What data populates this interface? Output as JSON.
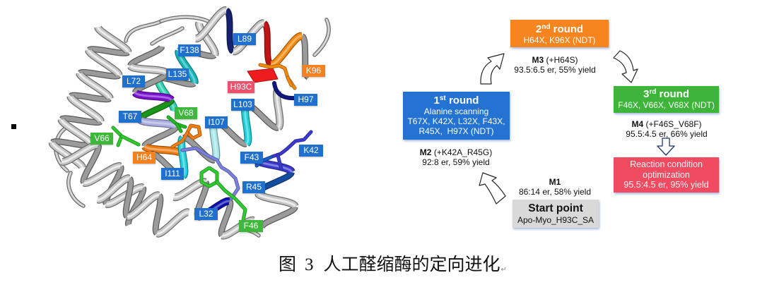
{
  "protein_figure": {
    "residue_labels": [
      {
        "text": "L89",
        "category": "blue"
      },
      {
        "text": "F138",
        "category": "blue"
      },
      {
        "text": "L135",
        "category": "blue"
      },
      {
        "text": "L72",
        "category": "blue"
      },
      {
        "text": "K96",
        "category": "orange"
      },
      {
        "text": "H93C",
        "category": "red"
      },
      {
        "text": "H97",
        "category": "blue"
      },
      {
        "text": "L103",
        "category": "blue"
      },
      {
        "text": "V68",
        "category": "green"
      },
      {
        "text": "T67",
        "category": "blue"
      },
      {
        "text": "I107",
        "category": "blue"
      },
      {
        "text": "V66",
        "category": "green"
      },
      {
        "text": "K42",
        "category": "blue"
      },
      {
        "text": "F43",
        "category": "blue"
      },
      {
        "text": "H64",
        "category": "orange"
      },
      {
        "text": "I111",
        "category": "blue"
      },
      {
        "text": "R45",
        "category": "blue"
      },
      {
        "text": "L32",
        "category": "blue"
      },
      {
        "text": "F46",
        "category": "green"
      }
    ],
    "label_colors": {
      "blue": "#2071cd",
      "green": "#3db83a",
      "orange": "#f5821f",
      "red": "#ef506b"
    },
    "ribbon_color": "#c6c6c6",
    "highlight_colors": {
      "H64": "#f07d14",
      "T67": "#a9addf",
      "V68": "#22b922",
      "V66": "#2ecc2e",
      "L72": "#7a10d0",
      "F138": "#17b8b8",
      "L135": "#2fd3b0",
      "L89": "#1b2a8a",
      "H93C": "#ee1c1c",
      "K96": "#f28a10",
      "H97": "#101880",
      "L103": "#20d0d8",
      "I107": "#a8e6ea",
      "I111": "#1ed0de",
      "K42": "#3a3ad0",
      "F43": "#1a60c8",
      "R45": "#7b80e0",
      "F46": "#2ecc2e",
      "L32": "#0d12b0"
    }
  },
  "flowchart": {
    "colors": {
      "round1": "#2472d1",
      "round2": "#f6851f",
      "round3": "#3eb53a",
      "optimization": "#f04b60",
      "start_point": "#d9d9d9"
    },
    "round1": {
      "number": "1",
      "ordinal_suffix": "st",
      "word": "round",
      "details": [
        "Alanine scanning",
        "T67X, K42X, L32X, F43X,",
        "R45X,  H97X (NDT)"
      ]
    },
    "round2": {
      "number": "2",
      "ordinal_suffix": "nd",
      "word": "round",
      "details": [
        "H64X, K96X (NDT)"
      ]
    },
    "round3": {
      "number": "3",
      "ordinal_suffix": "rd",
      "word": "round",
      "details": [
        "F46X, V66X, V68X (NDT)"
      ]
    },
    "optimization": {
      "lines": [
        "Reaction condition",
        "optimization",
        "95.5:4.5 er, 95% yield"
      ]
    },
    "start_point": {
      "title": "Start point",
      "subtitle": "Apo-Myo_H93C_SA"
    },
    "mutants": [
      {
        "id": "M1",
        "mutation": "",
        "result": "86:14 er, 58% yield"
      },
      {
        "id": "M2",
        "mutation": "(+K42A_R45G)",
        "result": "92:8 er, 59% yield"
      },
      {
        "id": "M3",
        "mutation": "(+H64S)",
        "result": "93.5:6.5 er, 55% yield"
      },
      {
        "id": "M4",
        "mutation": "(+F46S_V68F)",
        "result": "95.5:4.5 er, 66% yield"
      }
    ]
  },
  "caption": {
    "label": "图",
    "number": "3",
    "title": "人工醛缩酶的定向进化",
    "paragraph_mark": "↵"
  }
}
